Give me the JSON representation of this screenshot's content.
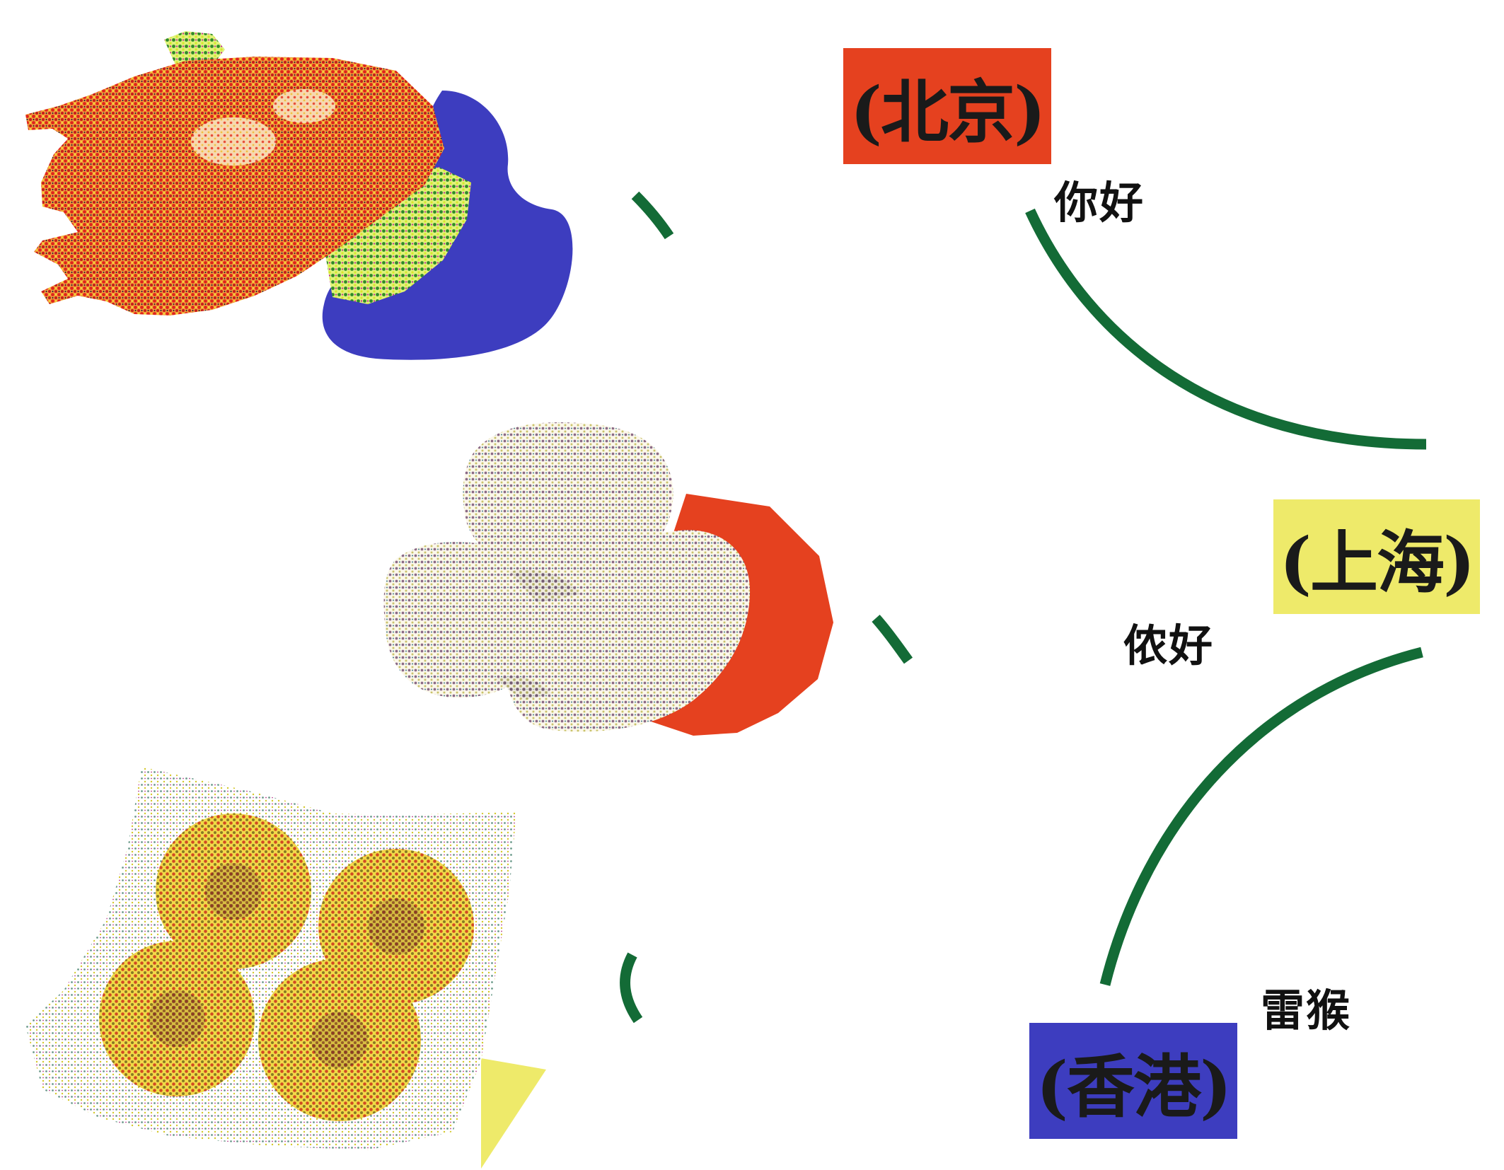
{
  "colors": {
    "red": "#e5411f",
    "blue": "#3d3dbf",
    "yellow": "#eeea6a",
    "green": "#136b36"
  },
  "cities": {
    "beijing": {
      "label": "(北京)",
      "greeting": "你好",
      "color": "#e5411f",
      "food": "roast-duck"
    },
    "shanghai": {
      "label": "(上海)",
      "greeting": "侬好",
      "color": "#eeea6a",
      "food": "dumplings"
    },
    "hongkong": {
      "label": "(香港)",
      "greeting": "雷猴",
      "color": "#3d3dbf",
      "food": "egg-tarts"
    }
  }
}
